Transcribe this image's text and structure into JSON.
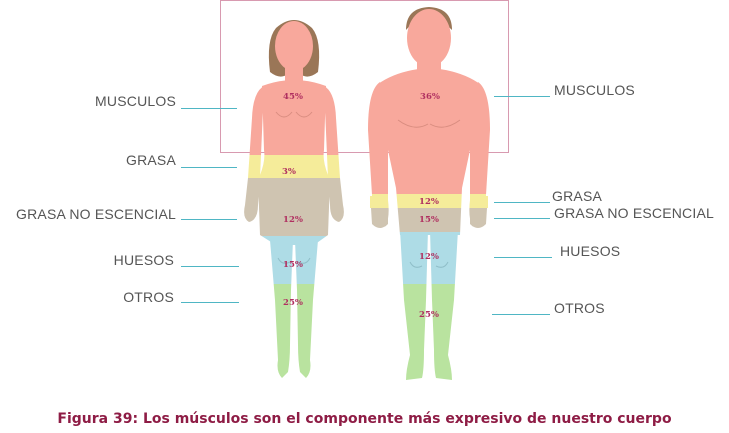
{
  "colors": {
    "muscle": "#f8a89c",
    "fat": "#f5ec9a",
    "nonessential_fat": "#cfc4b1",
    "bone": "#aedce6",
    "other": "#b9e39f",
    "hair": "#9a7657",
    "leader": "#4fb6c4",
    "percent_text": "#b03060",
    "caption": "#8e1c45",
    "frame": "#d89ab0"
  },
  "woman": {
    "labels": {
      "musculos": "MUSCULOS",
      "grasa": "GRASA",
      "grasa_no_escencial": "GRASA NO ESCENCIAL",
      "huesos": "HUESOS",
      "otros": "OTROS"
    },
    "percents": {
      "musculos": "45%",
      "grasa": "3%",
      "grasa_no_escencial": "12%",
      "huesos": "15%",
      "otros": "25%"
    }
  },
  "man": {
    "labels": {
      "musculos": "MUSCULOS",
      "grasa": "GRASA",
      "grasa_no_escencial": "GRASA NO ESCENCIAL",
      "huesos": "HUESOS",
      "otros": "OTROS"
    },
    "percents": {
      "musculos": "36%",
      "grasa": "12%",
      "grasa_no_escencial": "15%",
      "huesos": "12%",
      "otros": "25%"
    }
  },
  "caption": "Figura 39: Los músculos son el componente más expresivo de nuestro cuerpo"
}
